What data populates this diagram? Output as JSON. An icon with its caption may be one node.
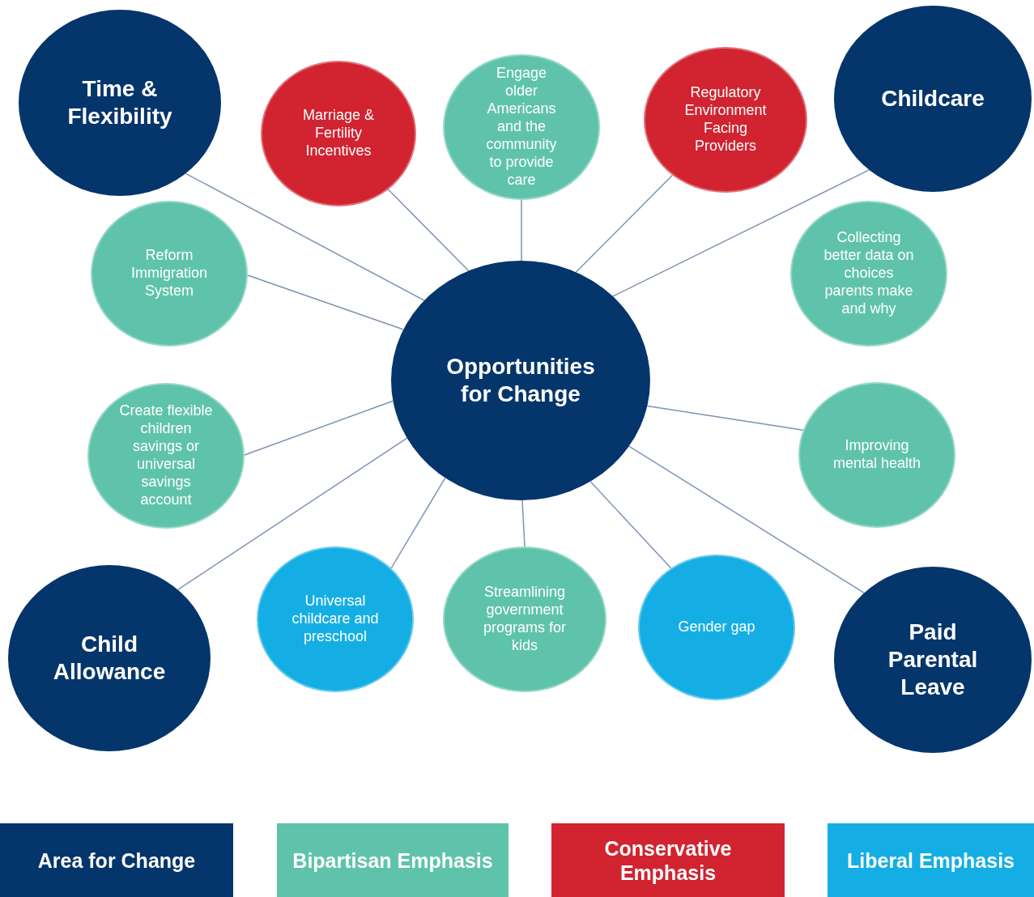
{
  "diagram": {
    "nodes": [
      {
        "text": [
          "Opportunities for Change"
        ]
      },
      {
        "text": [
          "Time & Flexibility"
        ]
      },
      {
        "text": [
          "Marriage & Fertility Incentives"
        ]
      },
      {
        "text": [
          "Engage older Americans and the community to provide care"
        ]
      },
      {
        "text": [
          "Regulatory Environment Facing Providers"
        ]
      },
      {
        "text": [
          "Childcare"
        ]
      },
      {
        "text": [
          "Reform Immigration System"
        ]
      },
      {
        "text": [
          "Collecting better data on choices parents make and why"
        ]
      },
      {
        "text": [
          "Create flexible children savings or universal savings account"
        ]
      },
      {
        "text": [
          "Improving mental health"
        ]
      },
      {
        "text": [
          "Child Allowance"
        ]
      },
      {
        "text": [
          "Universal childcare and preschool"
        ]
      },
      {
        "text": [
          "Streamlining government programs for kids"
        ]
      },
      {
        "text": [
          "Gender gap"
        ]
      },
      {
        "text": [
          "Paid Parental Leave"
        ]
      }
    ],
    "edges": [
      {
        "from": 0,
        "to": 1,
        "arrow": "none"
      },
      {
        "from": 0,
        "to": 2,
        "arrow": "none"
      },
      {
        "from": 0,
        "to": 3,
        "arrow": "none"
      },
      {
        "from": 0,
        "to": 4,
        "arrow": "none"
      },
      {
        "from": 0,
        "to": 5,
        "arrow": "none"
      },
      {
        "from": 0,
        "to": 6,
        "arrow": "none"
      },
      {
        "from": 0,
        "to": 8,
        "arrow": "none"
      },
      {
        "from": 0,
        "to": 9,
        "arrow": "none"
      },
      {
        "from": 0,
        "to": 10,
        "arrow": "none"
      },
      {
        "from": 0,
        "to": 11,
        "arrow": "none"
      },
      {
        "from": 0,
        "to": 12,
        "arrow": "none"
      },
      {
        "from": 0,
        "to": 13,
        "arrow": "none"
      },
      {
        "from": 0,
        "to": 14,
        "arrow": "none"
      }
    ],
    "legend": [
      {
        "text": "Area for Change",
        "color": "#04356b"
      },
      {
        "text": "Bipartisan Emphasis",
        "color": "#5fc3ab"
      },
      {
        "text": "Conservative Emphasis",
        "color": "#d12330"
      },
      {
        "text": "Liberal Emphasis",
        "color": "#14aee5"
      }
    ]
  }
}
